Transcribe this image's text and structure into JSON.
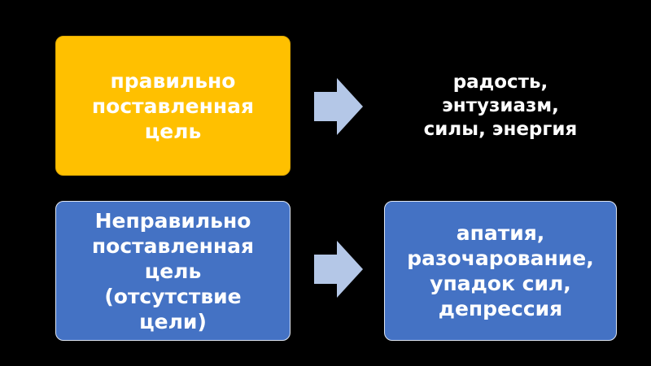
{
  "boxes": {
    "correct_goal": "правильно\nпоставленная\nцель",
    "incorrect_goal": "Неправильно\nпоставленная\nцель\n(отсутствие\nцели)",
    "negative_result": "апатия,\nразочарование,\nупадок сил,\nдепрессия"
  },
  "results": {
    "positive": "радость,\nэнтузиазм,\nсилы, энергия"
  },
  "colors": {
    "yellow_box": "#FFC000",
    "blue_box": "#4472C4",
    "arrow_fill": "#B4C7E7",
    "background": "#000000"
  },
  "icons": {
    "arrow": "right-arrow-icon"
  }
}
